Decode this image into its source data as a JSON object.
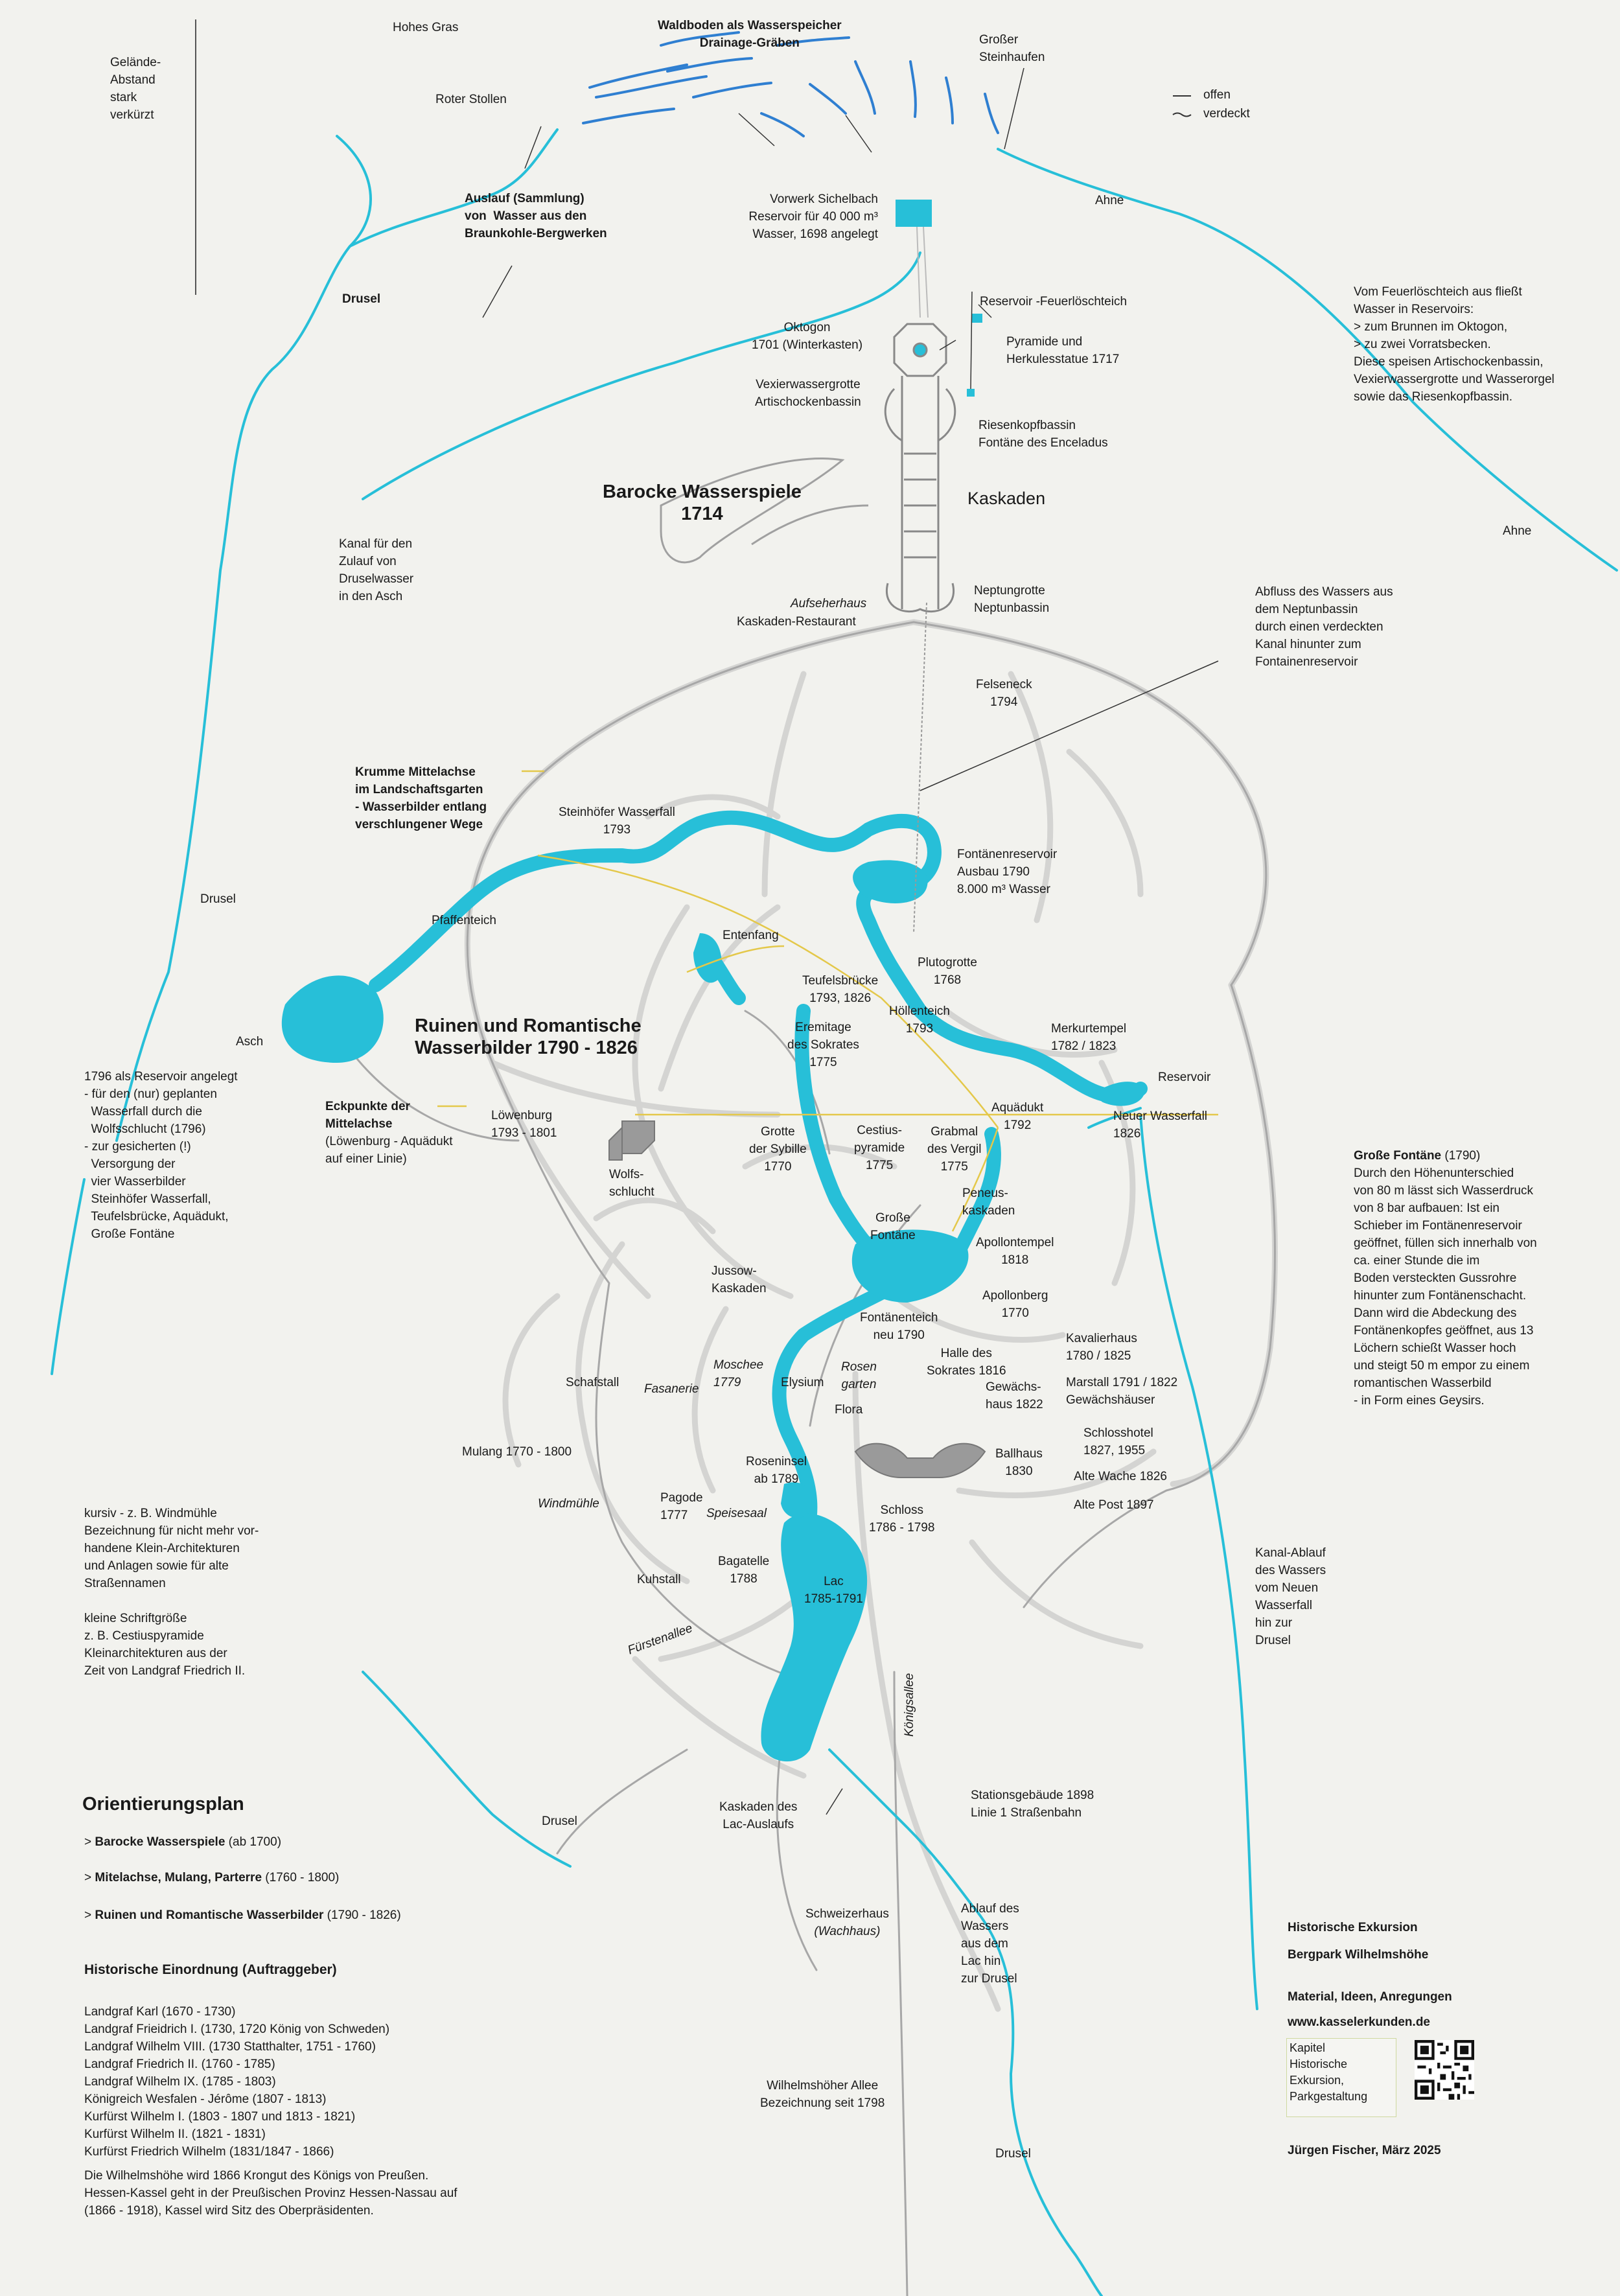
{
  "colors": {
    "water": "#27bfd8",
    "path": "#d2d2d2",
    "path_dark": "#9a9a9a",
    "axis": "#e4c84a",
    "bg": "#f2f2ee"
  },
  "top": {
    "hohes_gras": "Hohes Gras",
    "waldboden_1": "Waldboden als Wasserspeicher",
    "waldboden_2": "Drainage-Gräben",
    "grosser_steinhaufen": "Großer\nSteinhaufen",
    "gelaende": "Gelände-\nAbstand\nstark\nverkürzt",
    "roter_stollen": "Roter Stollen",
    "legend_offen": "offen",
    "legend_verdeckt": "verdeckt",
    "auslauf": "Auslauf (Sammlung)\nvon  Wasser aus den\nBraunkohle-Bergwerken",
    "vorwerk": "Vorwerk Sichelbach\nReservoir für 40 000 m³\nWasser, 1698 angelegt",
    "ahne_1": "Ahne",
    "drusel_1": "Drusel",
    "feuerloesch": "Reservoir -Feuerlöschteich",
    "oktogon": "Oktogon\n1701 (Winterkasten)",
    "pyramide": "Pyramide und\nHerkulesstatue 1717",
    "vexier": "Vexierwassergrotte\nArtischockenbassin",
    "riesenkopf": "Riesenkopfbassin\nFontäne des Enceladus",
    "feuer_note": "Vom Feuerlöschteich aus fließt\nWasser in Reservoirs:\n> zum Brunnen im Oktogon,\n> zu zwei Vorratsbecken.\nDiese speisen Artischockenbassin,\nVexierwassergrotte und Wasserorgel\nsowie das Riesenkopfbassin.",
    "barocke_title": "Barocke Wasserspiele\n1714",
    "kaskaden": "Kaskaden",
    "ahne_2": "Ahne",
    "kanal_zulauf": "Kanal für den\nZulauf von\nDruselwasser\nin den Asch",
    "aufseherhaus": "Aufseherhaus",
    "kaskaden_rest": "Kaskaden-Restaurant",
    "neptungrotte": "Neptungrotte\nNeptunbassin",
    "abfluss_note": "Abfluss des Wassers aus\ndem Neptunbassin\ndurch einen verdeckten\nKanal hinunter zum\nFontainenreservoir"
  },
  "middle": {
    "felseneck": "Felseneck\n1794",
    "krumme": "Krumme Mittelachse\nim Landschaftsgarten\n- Wasserbilder entlang\nverschlungener Wege",
    "steinhoefer": "Steinhöfer Wasserfall\n1793",
    "fontaenenres": "Fontänenreservoir\nAusbau 1790\n8.000 m³ Wasser",
    "drusel_2": "Drusel",
    "pfaffenteich": "Pfaffenteich",
    "entenfang": "Entenfang",
    "plutogrotte": "Plutogrotte\n1768",
    "teufelsbruecke": "Teufelsbrücke\n1793, 1826",
    "hoellenteich": "Höllenteich\n1793",
    "merkurtempel": "Merkurtempel\n1782 / 1823",
    "ruinen_title": "Ruinen und Romantische\nWasserbilder 1790 - 1826",
    "asch": "Asch",
    "eremitage": "Eremitage\ndes Sokrates\n1775",
    "reservoir_r": "Reservoir",
    "reservoir_note": "1796 als Reservoir angelegt\n- für den (nur) geplanten\n  Wasserfall durch die\n  Wolfsschlucht (1796)\n- zur gesicherten (!)\n  Versorgung der\n  vier Wasserbilder\n  Steinhöfer Wasserfall,\n  Teufelsbrücke, Aquädukt,\n  Große Fontäne",
    "eckpunkte_1": "Eckpunkte der",
    "eckpunkte_2": "Mittelachse",
    "eckpunkte_3": "(Löwenburg - Aquädukt\nauf einer Linie)",
    "loewenburg": "Löwenburg\n1793 - 1801",
    "aquaedukt": "Aquädukt\n1792",
    "neuer_wf": "Neuer Wasserfall\n1826",
    "grotte_sybille": "Grotte\nder Sybille\n1770",
    "cestius": "Cestius-\npyramide\n1775",
    "grabmal": "Grabmal\ndes Vergil\n1775",
    "wolfsschlucht": "Wolfs-\nschlucht",
    "peneus": "Peneus-\nkaskaden",
    "grosse_fontaene": "Große\nFontäne",
    "apollontempel": "Apollontempel\n1818",
    "fontaene_note_title": "Große Fontäne",
    "fontaene_note_year": " (1790)",
    "fontaene_note": "Durch den Höhenunterschied\nvon 80 m lässt sich Wasserdruck\nvon 8 bar aufbauen: Ist ein\nSchieber im Fontänenreservoir\ngeöffnet, füllen sich innerhalb von\nca. einer Stunde die im\nBoden versteckten Gussrohre\nhinunter zum Fontänenschacht.\nDann wird die Abdeckung des\nFontänenkopfes geöffnet, aus 13\nLöchern schießt Wasser hoch\nund steigt 50 m empor zu einem\nromantischen Wasserbild\n- in Form eines Geysirs."
  },
  "lower": {
    "jussow": "Jussow-\nKaskaden",
    "apollonberg": "Apollonberg\n1770",
    "fontaenenteich": "Fontänenteich\nneu 1790",
    "kavalierhaus": "Kavalierhaus\n1780 / 1825",
    "moschee": "Moschee\n1779",
    "halle": "Halle des\nSokrates 1816",
    "rosengarten": "Rosen\ngarten",
    "marstall": "Marstall 1791 / 1822\nGewächshäuser",
    "schafstall": "Schafstall",
    "fasanerie": "Fasanerie",
    "elysium": "Elysium",
    "gewaechshaus": "Gewächs-\nhaus 1822",
    "flora": "Flora",
    "schlosshotel": "Schlosshotel\n1827, 1955",
    "mulang": "Mulang 1770 - 1800",
    "ballhaus": "Ballhaus\n1830",
    "roseninsel": "Roseninsel\nab 1789",
    "alte_wache": "Alte Wache 1826",
    "windmuehle": "Windmühle",
    "pagode": "Pagode\n1777",
    "speisesaal": "Speisesaal",
    "schloss": "Schloss\n1786 - 1798",
    "alte_post": "Alte Post 1897",
    "kursiv_note": "kursiv - z. B. Windmühle\nBezeichnung für nicht mehr vor-\nhandene Klein-Architekturen\nund Anlagen sowie für alte\nStraßennamen\n\nkleine Schriftgröße\nz. B. Cestiuspyramide\nKleinarchitekturen aus der\nZeit von Landgraf Friedrich II.",
    "kuhstall": "Kuhstall",
    "bagatelle": "Bagatelle\n1788",
    "lac": "Lac\n1785-1791",
    "kanal_ablauf": "Kanal-Ablauf\ndes Wassers\nvom Neuen\nWasserfall\nhin zur\nDrusel",
    "fuerstenallee": "Fürstenallee",
    "koenigsallee": "Königsallee",
    "kaskaden_lac": "Kaskaden des\nLac-Auslaufs",
    "stationsgebaeude": "Stationsgebäude 1898\nLinie 1 Straßenbahn",
    "drusel_3": "Drusel",
    "schweizerhaus": "Schweizerhaus",
    "wachhaus": "(Wachhaus)",
    "ablauf": "Ablauf des\nWassers\naus dem\nLac hin\nzur Drusel",
    "wilhelmshoeher": "Wilhelmshöher Allee\nBezeichnung seit 1798",
    "drusel_4": "Drusel"
  },
  "legend": {
    "title": "Orientierungsplan",
    "items": [
      {
        "bold": "Barocke Wasserspiele",
        "rest": " (ab 1700)"
      },
      {
        "bold": "Mitelachse, Mulang, Parterre",
        "rest": " (1760 - 1800)"
      },
      {
        "bold": "Ruinen und Romantische Wasserbilder",
        "rest": " (1790 - 1826)"
      }
    ],
    "hist_title": "Historische Einordnung (Auftraggeber)",
    "hist_lines": [
      "Landgraf Karl (1670 - 1730)",
      "Landgraf Frieidrich I. (1730, 1720 König von Schweden)",
      "Landgraf Wilhelm VIII. (1730 Statthalter, 1751 - 1760)",
      "Landgraf Friedrich II. (1760 - 1785)",
      "Landgraf Wilhelm IX. (1785 - 1803)",
      "Königreich Wesfalen - Jérôme (1807 - 1813)",
      "Kurfürst Wilhelm I. (1803 - 1807 und 1813 - 1821)",
      "Kurfürst Wilhelm II. (1821 - 1831)",
      "Kurfürst Friedrich Wilhelm (1831/1847 - 1866)"
    ],
    "footer": "Die Wilhelmshöhe wird 1866 Krongut des Königs von Preußen.\nHessen-Kassel geht in der Preußischen Provinz Hessen-Nassau auf\n(1866 - 1918), Kassel wird Sitz des Oberpräsidenten."
  },
  "credits": {
    "line1": "Historische Exkursion",
    "line2": "Bergpark Wilhelmshöhe",
    "line3": "Material, Ideen, Anregungen",
    "line4": "www.kasselerkunden.de",
    "chapter": "Kapitel\nHistorische\nExkursion,\nParkgestaltung",
    "author": "Jürgen Fischer, März 2025"
  }
}
